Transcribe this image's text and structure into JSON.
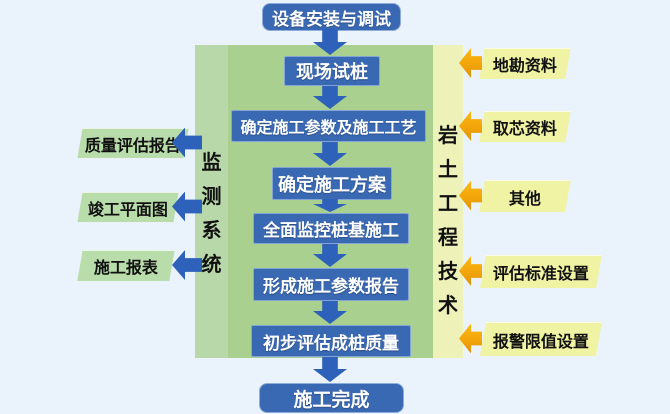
{
  "title_node": "设备安装与调试",
  "flow_nodes": [
    "现场试桩",
    "确定施工参数及施工工艺",
    "确定施工方案",
    "全面监控桩基施工",
    "形成施工参数报告",
    "初步评估成桩质量"
  ],
  "end_node": "施工完成",
  "side_panels": {
    "left_vertical_label": "监测系统",
    "right_vertical_label": "岩土工程技术"
  },
  "left_output_nodes": [
    "质量评估报告",
    "竣工平面图",
    "施工报表"
  ],
  "right_input_nodes": [
    "地勘资料",
    "取芯资料",
    "其他",
    "评估标准设置",
    "报警限值设置"
  ],
  "colors": {
    "background": "#eaf3fb",
    "panel_green": "#a9d08e",
    "panel_strip_green": "#b8d8a9",
    "panel_strip_yellow": "#eef2b8",
    "node_blue": "#3a69b4",
    "arrow_blue": "#2e62ba",
    "output_green": "#b9dcab",
    "input_yellow": "#f0f2a4",
    "arrow_orange": "#f2a40a",
    "text_dark": "#111111",
    "text_light": "#ffffff"
  }
}
